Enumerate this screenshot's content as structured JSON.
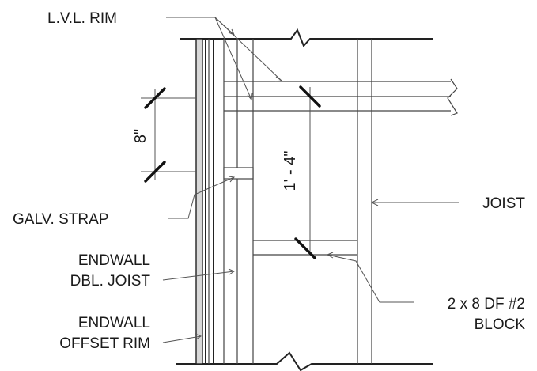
{
  "labels": {
    "lvl_rim": "L.V.L. RIM",
    "galv_strap": "GALV. STRAP",
    "endwall_dbl_joist_1": "ENDWALL",
    "endwall_dbl_joist_2": "DBL. JOIST",
    "endwall_offset_rim_1": "ENDWALL",
    "endwall_offset_rim_2": "OFFSET RIM",
    "joist": "JOIST",
    "block_1": "2 x 8 DF #2",
    "block_2": "BLOCK"
  },
  "dimensions": {
    "vertical_dim": "8\"",
    "block_dim": "1' - 4\""
  },
  "colors": {
    "line": "#444444",
    "text": "#1a1a1a"
  }
}
